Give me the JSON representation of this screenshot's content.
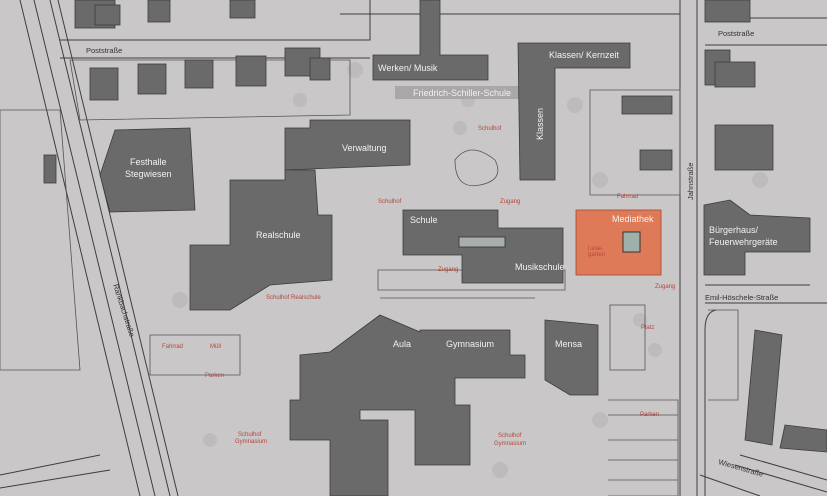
{
  "colors": {
    "background": "#c9c7c8",
    "building": "#6a6a6a",
    "highlight": "#df7a58",
    "label_red": "#b8453a"
  },
  "streets": {
    "poststrasse_west": "Poststraße",
    "poststrasse_east": "Poststraße",
    "jahnstrasse": "Jahnstraße",
    "emil_hoeschele": "Emil-Höschele-Straße",
    "wiesenstrasse": "Wiesenstraße",
    "rankbachstrasse": "Rankbachstraße"
  },
  "buildings": {
    "werken_musik": "Werken/ Musik",
    "friedrich_schiller": "Friedrich-Schiller-Schule",
    "klassen_kernzeit": "Klassen/ Kernzeit",
    "klassen": "Klassen",
    "verwaltung": "Verwaltung",
    "festhalle_1": "Festhalle",
    "festhalle_2": "Stegwiesen",
    "realschule": "Realschule",
    "schule": "Schule",
    "musikschule": "Musikschule",
    "mediathek": "Mediathek",
    "buergerhaus_1": "Bürgerhaus/",
    "buergerhaus_2": "Feuerwehrgeräte",
    "aula": "Aula",
    "gymnasium": "Gymnasium",
    "mensa": "Mensa"
  },
  "areas": {
    "schulhof_main": "Schulhof",
    "schulhof_left": "Schulhof",
    "zugang_1": "Zugang",
    "zugang_2": "Zugang",
    "zugang_3": "Zugang",
    "fahrrad_top": "Fahrrad",
    "lesegarten_1": "Lese-",
    "lesegarten_2": "garten",
    "schulhof_realschule": "Schulhof Realschule",
    "fahrrad": "Fahrrad",
    "muell": "Müll",
    "parken_left": "Parken",
    "schulhof_gym_left_1": "Schulhof",
    "schulhof_gym_left_2": "Gymnasium",
    "schulhof_gym_right_1": "Schulhof",
    "schulhof_gym_right_2": "Gymnasium",
    "platz": "Platz",
    "parken_right": "Parken"
  }
}
